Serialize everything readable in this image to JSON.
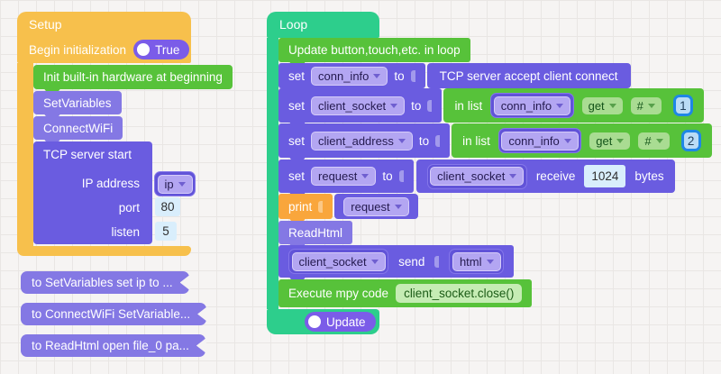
{
  "colors": {
    "setup_orange": "#f7c04c",
    "print_orange": "#f9a63c",
    "loop_green": "#2dce8c",
    "block_green": "#57c23a",
    "block_purple": "#6a5ce0",
    "block_purple_light": "#8478e4",
    "toggle_purple": "#7b5ce8",
    "field_lavender": "#b3a6f2",
    "number_blue_border": "#1f87e5"
  },
  "setup": {
    "title": "Setup",
    "begin_label": "Begin initialization",
    "begin_value": "True",
    "init_hw": "Init built-in hardware at beginning",
    "set_variables": "SetVariables",
    "connect_wifi": "ConnectWiFi",
    "tcp": {
      "title": "TCP server start",
      "ip_label": "IP address",
      "ip_value": "ip",
      "port_label": "port",
      "port_value": "80",
      "listen_label": "listen",
      "listen_value": "5"
    }
  },
  "functions": {
    "f1": "to SetVariables  set ip to ...",
    "f2": "to ConnectWiFi  SetVariable...",
    "f3": "to ReadHtml  open file_0 pa..."
  },
  "loop": {
    "title": "Loop",
    "update_button": "Update",
    "update_row": "Update button,touch,etc. in loop",
    "w": {
      "set": "set",
      "to": "to",
      "in_list": "in list",
      "get": "get",
      "hash": "#",
      "receive": "receive",
      "bytes": "bytes",
      "send": "send",
      "print": "print"
    },
    "conn_info": {
      "var": "conn_info",
      "value": "TCP server accept client connect"
    },
    "client_socket": {
      "var": "client_socket",
      "list_var": "conn_info",
      "index": "1"
    },
    "client_address": {
      "var": "client_address",
      "list_var": "conn_info",
      "index": "2"
    },
    "request": {
      "var": "request",
      "socket": "client_socket",
      "bytes_value": "1024"
    },
    "print_var": "request",
    "read_html": "ReadHtml",
    "send_row": {
      "socket": "client_socket",
      "value": "html"
    },
    "execute": {
      "label": "Execute mpy code",
      "code": "client_socket.close()"
    }
  }
}
